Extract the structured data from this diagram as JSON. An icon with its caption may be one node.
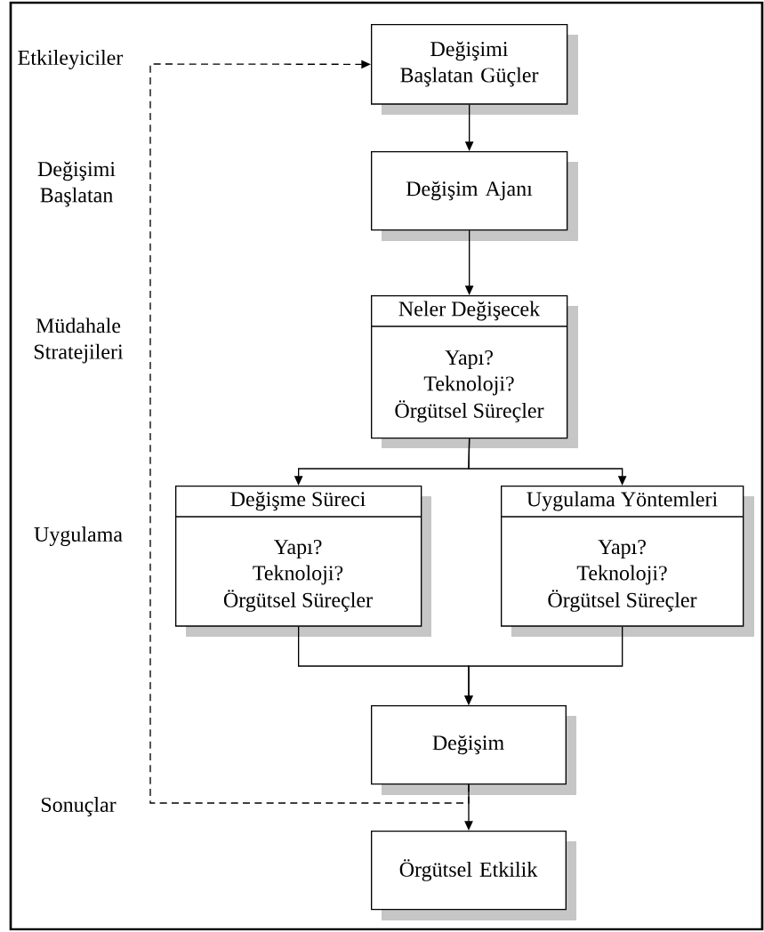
{
  "diagram": {
    "nodes": [
      {
        "text": [
          "Değişimi Başlatan Güçler"
        ]
      },
      {
        "text": [
          "Değişim Ajanı"
        ]
      },
      {
        "text": [
          "Neler Değişecek",
          "Yapı?",
          "Teknoloji?",
          "Örgütsel Süreçler"
        ]
      },
      {
        "text": [
          "Değişme Süreci",
          "Yapı?",
          "Teknoloji?",
          "Örgütsel Süreçler"
        ]
      },
      {
        "text": [
          "Uygulama Yöntemleri",
          "Yapı?",
          "Teknoloji?",
          "Örgütsel Süreçler"
        ]
      },
      {
        "text": [
          "Değişim"
        ]
      },
      {
        "text": [
          "Örgütsel Etkilik"
        ]
      }
    ],
    "edges": [
      {
        "from": 0,
        "to": 1,
        "arrow": "to"
      },
      {
        "from": 1,
        "to": 2,
        "arrow": "to"
      },
      {
        "from": 2,
        "to": 3,
        "arrow": "to"
      },
      {
        "from": 2,
        "to": 4,
        "arrow": "to"
      },
      {
        "from": 3,
        "to": 5,
        "arrow": "to"
      },
      {
        "from": 4,
        "to": 5,
        "arrow": "to"
      },
      {
        "from": 5,
        "to": 6,
        "arrow": "to"
      },
      {
        "from": 5,
        "to": 0,
        "arrow": "to",
        "style": "dashed"
      }
    ],
    "labels": [
      "Etkileyiciler",
      "Değişimi Başlatan",
      "Müdahale Stratejileri",
      "Uygulama",
      "Sonuçlar"
    ]
  }
}
